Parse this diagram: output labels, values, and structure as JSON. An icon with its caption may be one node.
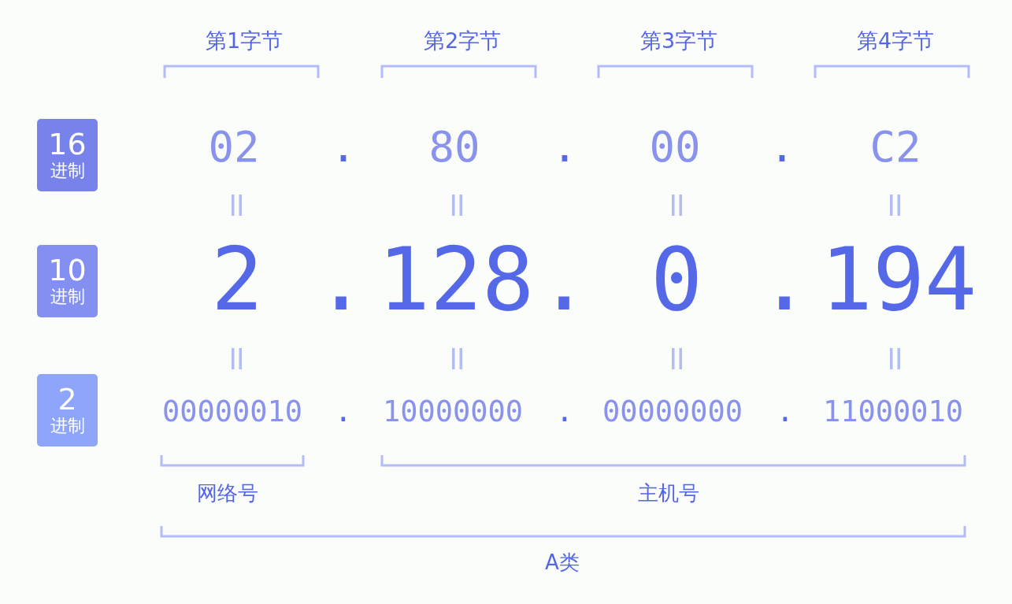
{
  "diagram": {
    "nodes": [
      {
        "text": [
          "16",
          "进制"
        ]
      },
      {
        "text": [
          "10",
          "进制"
        ]
      },
      {
        "text": [
          "2",
          "进制"
        ]
      }
    ],
    "labels": [
      "第1字节",
      "第2字节",
      "第3字节",
      "第4字节",
      "02",
      ".",
      "80",
      ".",
      "00",
      ".",
      "C2",
      "2",
      ".",
      "128",
      ".",
      "0",
      ".",
      "194",
      "00000010",
      ".",
      "10000000",
      ".",
      "00000000",
      ".",
      "11000010",
      "网络号",
      "主机号",
      "A类"
    ]
  }
}
